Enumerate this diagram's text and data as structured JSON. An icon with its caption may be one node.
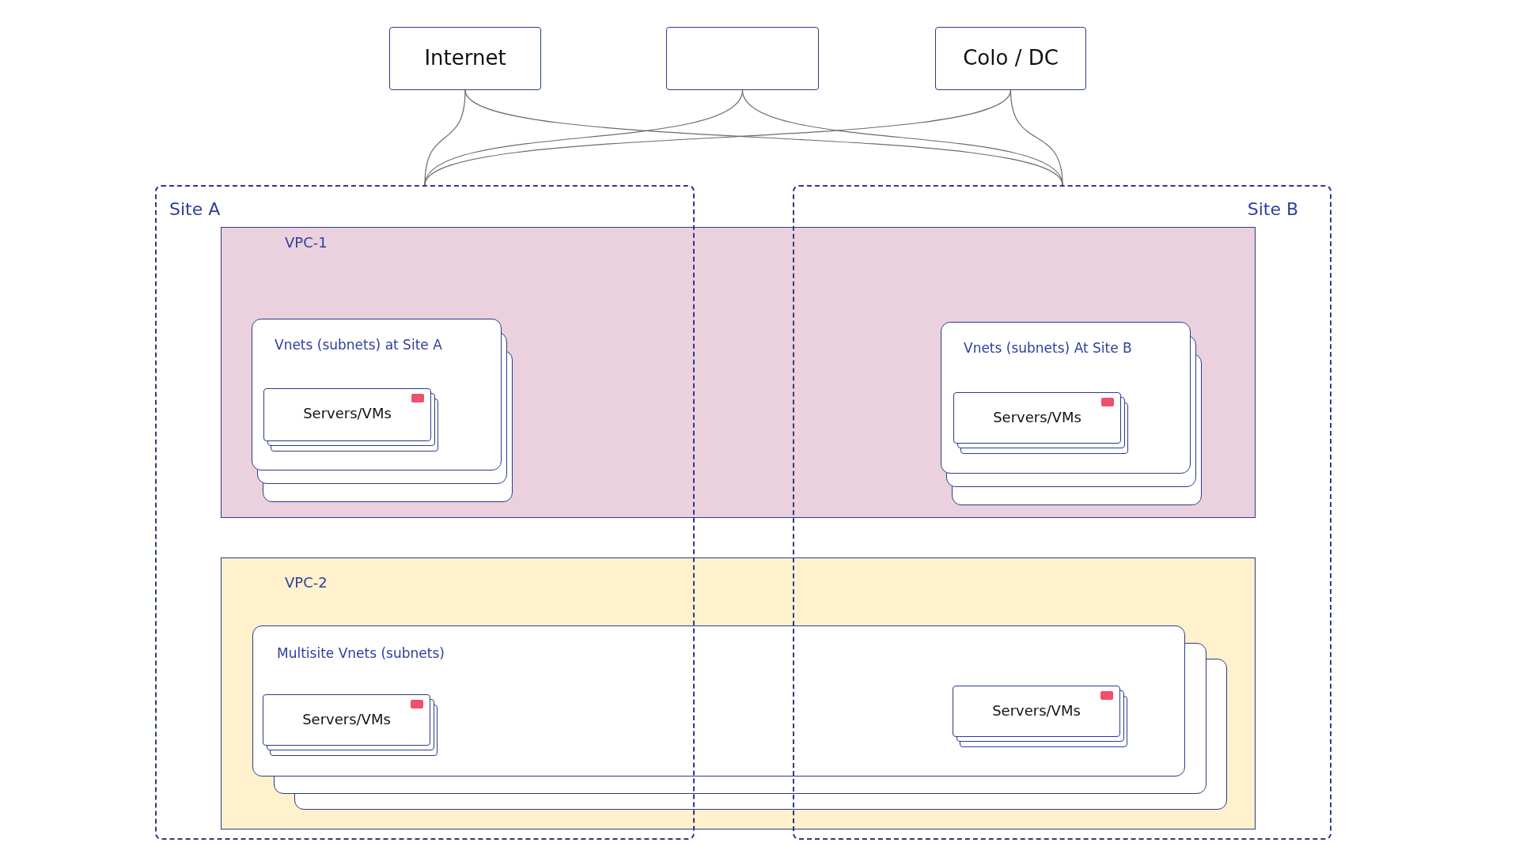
{
  "diagram": {
    "nodes": [
      {
        "text": [
          "Internet"
        ]
      },
      {
        "text": [],
        "shape": "box"
      },
      {
        "text": [
          "Colo / DC"
        ]
      },
      {
        "text": [
          "Site A"
        ]
      },
      {
        "text": [
          "Site B"
        ]
      },
      {
        "text": [
          "VPC-1"
        ]
      },
      {
        "text": [
          "Vnets (subnets) at Site A"
        ]
      },
      {
        "text": [
          "Servers/VMs"
        ],
        "in": 6
      },
      {
        "text": [
          "Vnets (subnets) At Site B"
        ]
      },
      {
        "text": [
          "Servers/VMs"
        ],
        "in": 8
      },
      {
        "text": [
          "VPC-2"
        ]
      },
      {
        "text": [
          "Multisite Vnets (subnets)"
        ],
        "in": 10
      },
      {
        "text": [
          "Servers/VMs"
        ]
      },
      {
        "text": [
          "Servers/VMs"
        ]
      }
    ],
    "edges": [
      {
        "from": 0,
        "to": 3,
        "arrow": "none"
      },
      {
        "from": 0,
        "to": 4,
        "arrow": "none"
      },
      {
        "from": 1,
        "to": 3,
        "arrow": "none"
      },
      {
        "from": 1,
        "to": 4,
        "arrow": "none"
      },
      {
        "from": 2,
        "to": 3,
        "arrow": "none"
      },
      {
        "from": 2,
        "to": 4,
        "arrow": "none"
      }
    ]
  }
}
